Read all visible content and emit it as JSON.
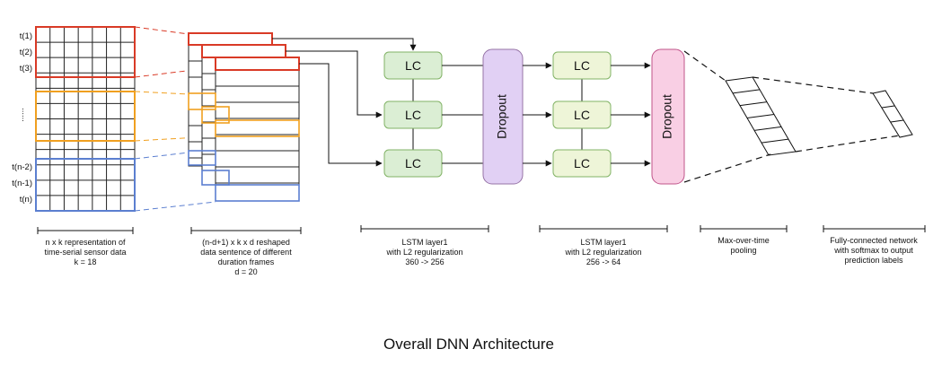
{
  "diagram": {
    "caption": "Overall DNN Architecture",
    "row_labels": [
      "t(1)",
      "t(2)",
      "t(3)",
      "......",
      "t(n-2)",
      "t(n-1)",
      "t(n)"
    ],
    "lc_label": "LC",
    "dropout_label": "Dropout",
    "captions": {
      "input": [
        "n x k representation of",
        "time-serial sensor data",
        "k = 18"
      ],
      "reshape": [
        "(n-d+1) x k x d reshaped",
        "data sentence of different",
        "duration frames",
        "d = 20"
      ],
      "lstm1": [
        "LSTM layer1",
        "with L2 regularization",
        "360 -> 256"
      ],
      "lstm2": [
        "LSTM layer1",
        "with L2 regularization",
        "256 -> 64"
      ],
      "pool": [
        "Max-over-time",
        "pooling"
      ],
      "fc": [
        "Fully-connected network",
        "with softmax to output",
        "prediction labels"
      ]
    },
    "colors": {
      "red": "#d93a26",
      "orange": "#f0a020",
      "blue": "#5b7fd0",
      "lc1_fill": "#dbeed4",
      "lc1_stroke": "#82b366",
      "lc2_fill": "#eef5d8",
      "dropout1_fill": "#e1d0f4",
      "dropout1_stroke": "#9673a6",
      "dropout2_fill": "#f9cfe4",
      "dropout2_stroke": "#c0548a"
    }
  }
}
